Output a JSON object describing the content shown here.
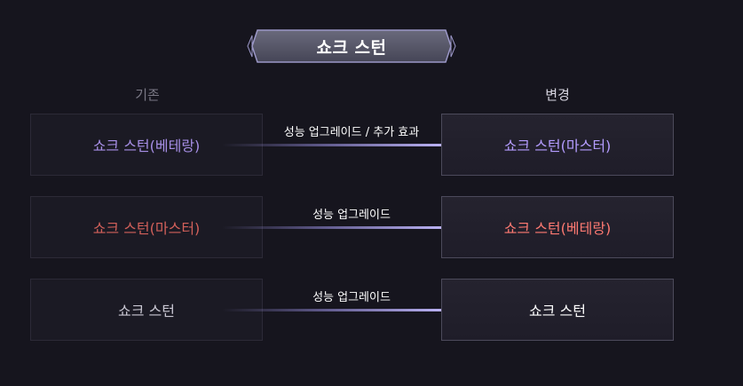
{
  "title": "쇼크 스턴",
  "columns": {
    "before": "기존",
    "after": "변경"
  },
  "rows": [
    {
      "before": {
        "label": "쇼크 스턴(베테랑)",
        "color": "#a78fe6"
      },
      "arrow_label": "성능 업그레이드 / 추가 효과",
      "after": {
        "label": "쇼크 스턴(마스터)",
        "color": "#b49cff"
      }
    },
    {
      "before": {
        "label": "쇼크 스턴(마스터)",
        "color": "#d2605a"
      },
      "arrow_label": "성능 업그레이드",
      "after": {
        "label": "쇼크 스턴(베테랑)",
        "color": "#ff7a72"
      }
    },
    {
      "before": {
        "label": "쇼크 스턴",
        "color": "#c9c7d2"
      },
      "arrow_label": "성능 업그레이드",
      "after": {
        "label": "쇼크 스턴",
        "color": "#ffffff"
      }
    }
  ]
}
